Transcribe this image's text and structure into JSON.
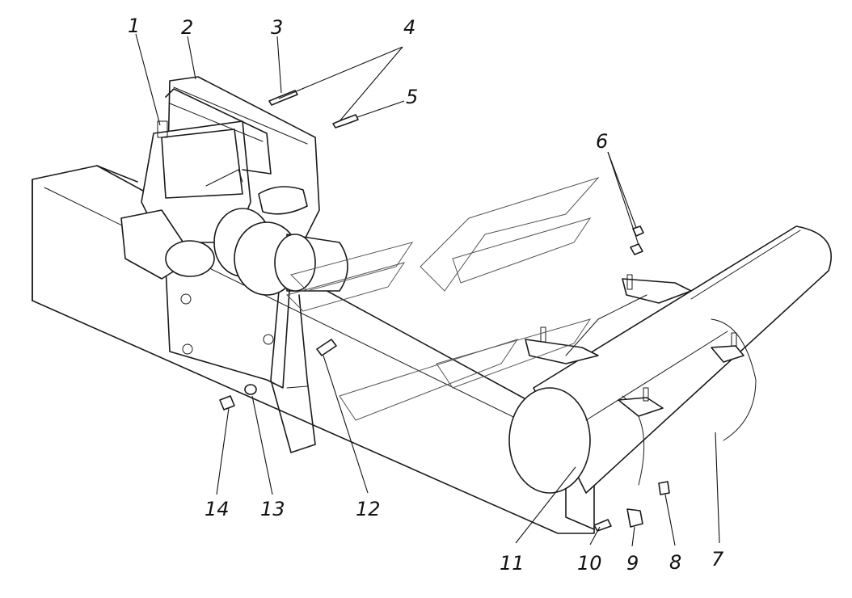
{
  "callouts": [
    {
      "id": "1",
      "text": "1"
    },
    {
      "id": "2",
      "text": "2"
    },
    {
      "id": "3",
      "text": "3"
    },
    {
      "id": "4",
      "text": "4"
    },
    {
      "id": "5",
      "text": "5"
    },
    {
      "id": "6",
      "text": "6"
    },
    {
      "id": "7",
      "text": "7"
    },
    {
      "id": "8",
      "text": "8"
    },
    {
      "id": "9",
      "text": "9"
    },
    {
      "id": "10",
      "text": "10"
    },
    {
      "id": "11",
      "text": "11"
    },
    {
      "id": "12",
      "text": "12"
    },
    {
      "id": "13",
      "text": "13"
    },
    {
      "id": "14",
      "text": "14"
    }
  ],
  "colors": {
    "line": "#1a1a1a",
    "background": "#ffffff",
    "watermark": "#555555"
  }
}
